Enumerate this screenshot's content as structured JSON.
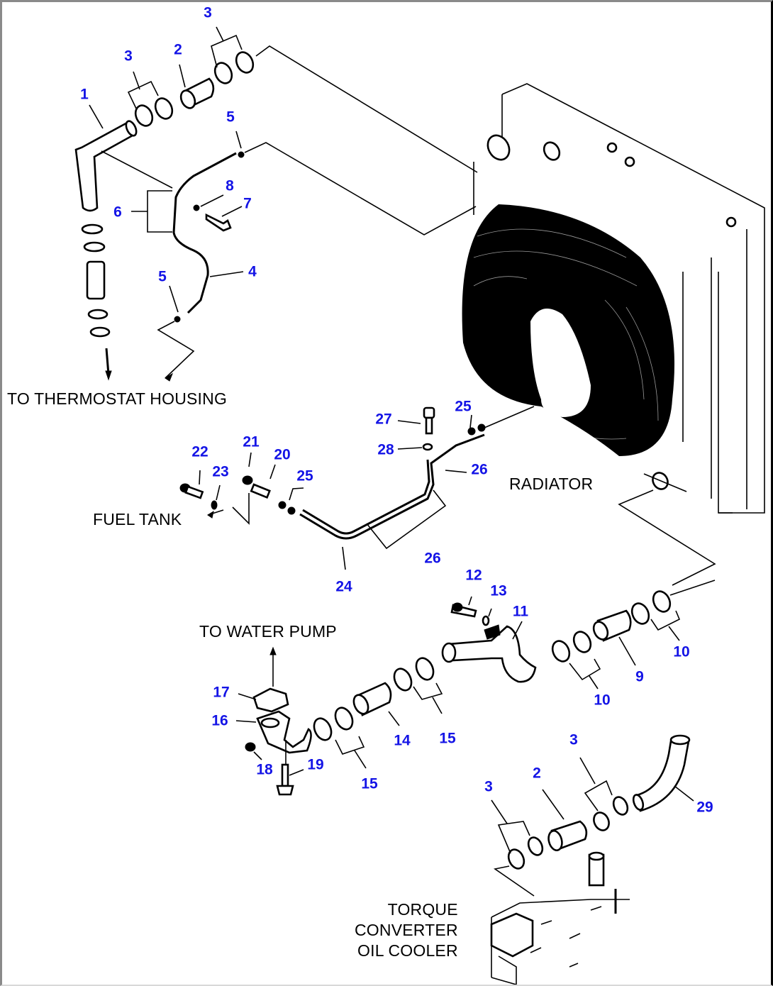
{
  "diagram": {
    "type": "exploded-parts-view",
    "colors": {
      "callout": "#1414e6",
      "line": "#000000",
      "background": "#ffffff"
    },
    "labels": {
      "to_thermostat_housing": "TO THERMOSTAT HOUSING",
      "fuel_tank": "FUEL TANK",
      "radiator": "RADIATOR",
      "to_water_pump": "TO WATER PUMP",
      "torque_converter_oil_cooler": "TORQUE\nCONVERTER\nOIL COOLER"
    },
    "callouts": [
      {
        "id": "c1",
        "text": "1"
      },
      {
        "id": "c3a",
        "text": "3"
      },
      {
        "id": "c2a",
        "text": "2"
      },
      {
        "id": "c3b",
        "text": "3"
      },
      {
        "id": "c5a",
        "text": "5"
      },
      {
        "id": "c8",
        "text": "8"
      },
      {
        "id": "c7",
        "text": "7"
      },
      {
        "id": "c6",
        "text": "6"
      },
      {
        "id": "c4",
        "text": "4"
      },
      {
        "id": "c5b",
        "text": "5"
      },
      {
        "id": "c27",
        "text": "27"
      },
      {
        "id": "c25a",
        "text": "25"
      },
      {
        "id": "c28",
        "text": "28"
      },
      {
        "id": "c26a",
        "text": "26"
      },
      {
        "id": "c22",
        "text": "22"
      },
      {
        "id": "c21",
        "text": "21"
      },
      {
        "id": "c20",
        "text": "20"
      },
      {
        "id": "c23",
        "text": "23"
      },
      {
        "id": "c25b",
        "text": "25"
      },
      {
        "id": "c26b",
        "text": "26"
      },
      {
        "id": "c24",
        "text": "24"
      },
      {
        "id": "c12",
        "text": "12"
      },
      {
        "id": "c13",
        "text": "13"
      },
      {
        "id": "c11",
        "text": "11"
      },
      {
        "id": "c10a",
        "text": "10"
      },
      {
        "id": "c9",
        "text": "9"
      },
      {
        "id": "c10b",
        "text": "10"
      },
      {
        "id": "c17",
        "text": "17"
      },
      {
        "id": "c16",
        "text": "16"
      },
      {
        "id": "c18",
        "text": "18"
      },
      {
        "id": "c19",
        "text": "19"
      },
      {
        "id": "c15a",
        "text": "15"
      },
      {
        "id": "c14",
        "text": "14"
      },
      {
        "id": "c15b",
        "text": "15"
      },
      {
        "id": "c3c",
        "text": "3"
      },
      {
        "id": "c2b",
        "text": "2"
      },
      {
        "id": "c3d",
        "text": "3"
      },
      {
        "id": "c29",
        "text": "29"
      }
    ]
  }
}
